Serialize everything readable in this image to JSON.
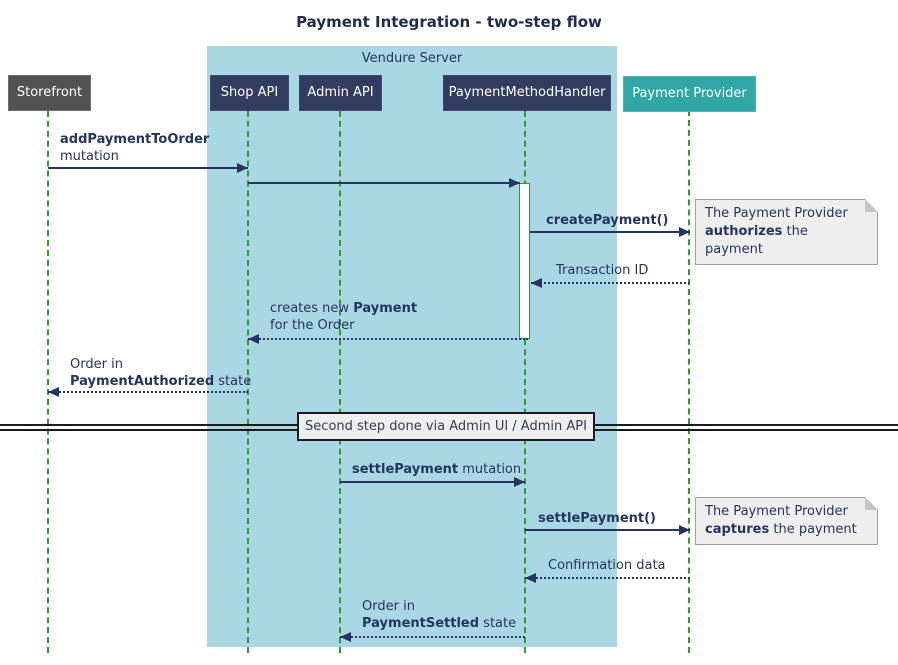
{
  "title": "Payment Integration - two-step flow",
  "frame": {
    "label": "Vendure Server"
  },
  "participants": [
    {
      "label": "Storefront"
    },
    {
      "label": "Shop API"
    },
    {
      "label": "Admin API"
    },
    {
      "label": "PaymentMethodHandler"
    },
    {
      "label": "Payment Provider"
    }
  ],
  "messages": [
    {
      "from": "Storefront",
      "to": "Shop API",
      "style": "solid",
      "lines": [
        [
          {
            "t": "addPaymentToOrder",
            "b": true
          }
        ],
        [
          {
            "t": "mutation",
            "b": false
          }
        ]
      ]
    },
    {
      "from": "Shop API",
      "to": "PaymentMethodHandler",
      "style": "solid",
      "lines": []
    },
    {
      "from": "PaymentMethodHandler",
      "to": "Payment Provider",
      "style": "solid",
      "lines": [
        [
          {
            "t": "createPayment()",
            "b": true
          }
        ]
      ]
    },
    {
      "from": "Payment Provider",
      "to": "PaymentMethodHandler",
      "style": "dotted",
      "lines": [
        [
          {
            "t": "Transaction ID",
            "b": false
          }
        ]
      ]
    },
    {
      "from": "PaymentMethodHandler",
      "to": "Shop API",
      "style": "dotted",
      "lines": [
        [
          {
            "t": "creates new ",
            "b": false
          },
          {
            "t": "Payment",
            "b": true
          }
        ],
        [
          {
            "t": "for the Order",
            "b": false
          }
        ]
      ]
    },
    {
      "from": "Shop API",
      "to": "Storefront",
      "style": "dotted",
      "lines": [
        [
          {
            "t": "Order in",
            "b": false
          }
        ],
        [
          {
            "t": "PaymentAuthorized",
            "b": true
          },
          {
            "t": " state",
            "b": false
          }
        ]
      ]
    },
    {
      "from": "Admin API",
      "to": "PaymentMethodHandler",
      "style": "solid",
      "lines": [
        [
          {
            "t": "settlePayment",
            "b": true
          },
          {
            "t": " mutation",
            "b": false
          }
        ]
      ]
    },
    {
      "from": "PaymentMethodHandler",
      "to": "Payment Provider",
      "style": "solid",
      "lines": [
        [
          {
            "t": "settlePayment()",
            "b": true
          }
        ]
      ]
    },
    {
      "from": "Payment Provider",
      "to": "PaymentMethodHandler",
      "style": "dotted",
      "lines": [
        [
          {
            "t": "Confirmation data",
            "b": false
          }
        ]
      ]
    },
    {
      "from": "PaymentMethodHandler",
      "to": "Admin API",
      "style": "dotted",
      "lines": [
        [
          {
            "t": "Order in",
            "b": false
          }
        ],
        [
          {
            "t": "PaymentSettled",
            "b": true
          },
          {
            "t": " state",
            "b": false
          }
        ]
      ]
    }
  ],
  "notes": [
    {
      "lines": [
        [
          {
            "t": "The Payment Provider",
            "b": false
          }
        ],
        [
          {
            "t": "authorizes",
            "b": true
          },
          {
            "t": " the payment",
            "b": false
          }
        ]
      ]
    },
    {
      "lines": [
        [
          {
            "t": "The Payment Provider",
            "b": false
          }
        ],
        [
          {
            "t": "captures",
            "b": true
          },
          {
            "t": " the payment",
            "b": false
          }
        ]
      ]
    }
  ],
  "divider": {
    "label": "Second step done via Admin UI / Admin API"
  },
  "colors": {
    "participant_navy": "#323c5e",
    "participant_gray": "#525252",
    "participant_teal": "#31a6a6",
    "frame_background": "#a9d7e4",
    "lifeline_green": "#2e9b2e",
    "arrow_navy": "#26355f",
    "note_background": "#eeeeee",
    "divider_background": "#eeeeee"
  }
}
